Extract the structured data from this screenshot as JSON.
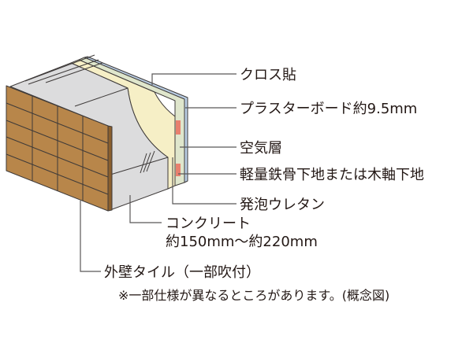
{
  "labels": {
    "cloth": "クロス貼",
    "plasterboard": "プラスターボード約9.5mm",
    "air_layer": "空気層",
    "frame": "軽量鉄骨下地または木軸下地",
    "urethane": "発泡ウレタン",
    "concrete": "コンクリート",
    "concrete_thickness": "約150mm～約220mm",
    "tile": "外壁タイル（一部吹付）"
  },
  "note": "※一部仕様が異なるところがあります。(概念図)",
  "colors": {
    "tile": "#b8864a",
    "concrete": "#dcdcdd",
    "urethane": "#f6efc6",
    "air_layer": "#dfe6cc",
    "plasterboard": "#b9cde3",
    "frame": "#e8806e"
  }
}
